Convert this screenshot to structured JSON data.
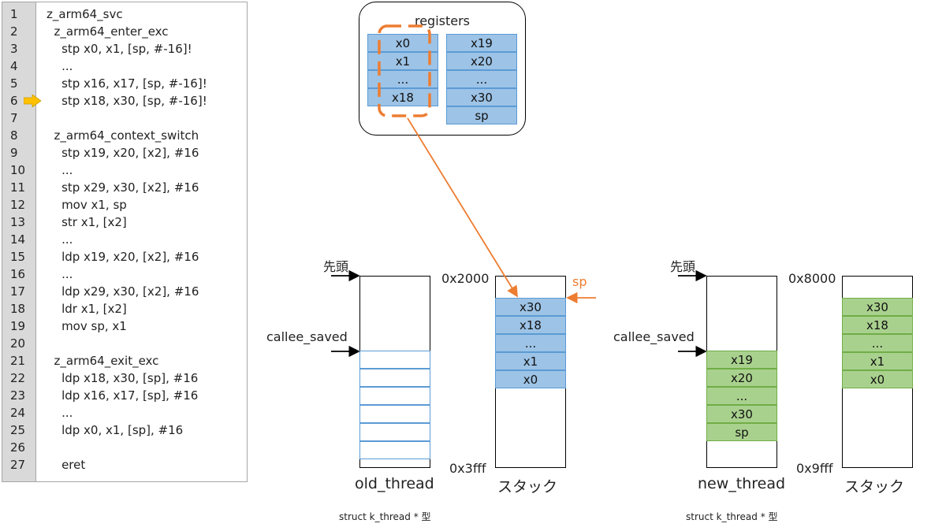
{
  "code": {
    "line_numbers": [
      "1",
      "2",
      "3",
      "4",
      "5",
      "6",
      "7",
      "8",
      "9",
      "10",
      "11",
      "12",
      "13",
      "14",
      "15",
      "16",
      "17",
      "18",
      "19",
      "20",
      "21",
      "22",
      "23",
      "24",
      "25",
      "26",
      "27"
    ],
    "lines": [
      "z_arm64_svc",
      "  z_arm64_enter_exc",
      "    stp x0, x1, [sp, #-16]!",
      "    ...",
      "    stp x16, x17, [sp, #-16]!",
      "    stp x18, x30, [sp, #-16]!",
      "",
      "  z_arm64_context_switch",
      "    stp x19, x20, [x2], #16",
      "    ...",
      "    stp x29, x30, [x2], #16",
      "    mov x1, sp",
      "    str x1, [x2]",
      "    ...",
      "    ldp x19, x20, [x2], #16",
      "    ...",
      "    ldp x29, x30, [x2], #16",
      "    ldr x1, [x2]",
      "    mov sp, x1",
      "",
      "  z_arm64_exit_exc",
      "    ldp x18, x30, [sp], #16",
      "    ldp x16, x17, [sp], #16",
      "    ...",
      "    ldp x0, x1, [sp], #16",
      "",
      "    eret"
    ],
    "current_line": 6,
    "arrow_color": "#ffc000"
  },
  "registers": {
    "title": "registers",
    "left_column": [
      "x0",
      "x1",
      "...",
      "x18"
    ],
    "right_column": [
      "x19",
      "x20",
      "...",
      "x30",
      "sp"
    ],
    "highlight_color": "#ed7d31"
  },
  "old_thread": {
    "head_label": "先頭",
    "callee_saved_label": "callee_saved",
    "name": "old_thread",
    "type_label": "struct k_thread * 型",
    "callee_slots": 6
  },
  "old_stack": {
    "addr_top": "0x2000",
    "addr_bottom": "0x3fff",
    "name": "スタック",
    "entries": [
      "x30",
      "x18",
      "...",
      "x1",
      "x0"
    ],
    "sp_label": "sp",
    "sp_color": "#ed7d31"
  },
  "new_thread": {
    "head_label": "先頭",
    "callee_saved_label": "callee_saved",
    "name": "new_thread",
    "type_label": "struct k_thread * 型",
    "entries": [
      "x19",
      "x20",
      "...",
      "x30",
      "sp"
    ]
  },
  "new_stack": {
    "addr_top": "0x8000",
    "addr_bottom": "0x9fff",
    "name": "スタック",
    "entries": [
      "x30",
      "x18",
      "...",
      "x1",
      "x0"
    ]
  },
  "colors": {
    "blue_fill": "#9dc3e6",
    "green_fill": "#a9d18e"
  }
}
